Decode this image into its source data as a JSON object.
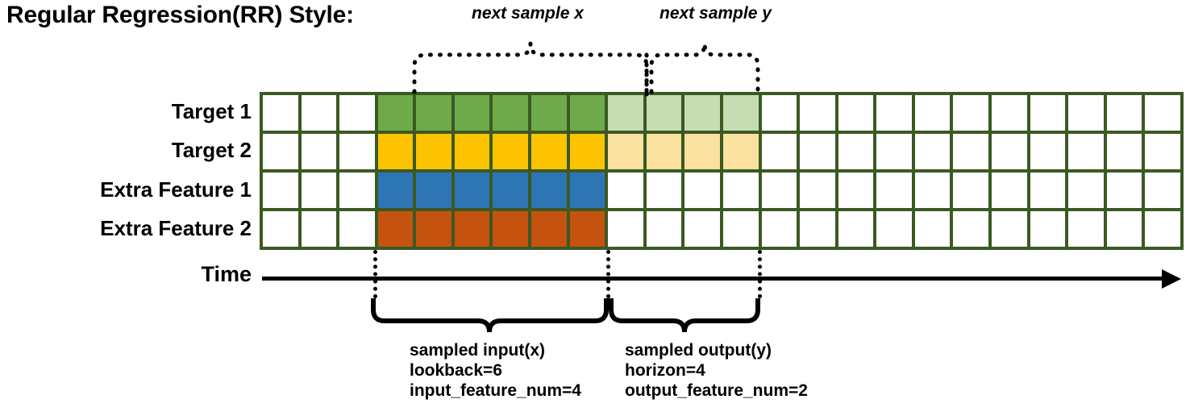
{
  "title": "Regular Regression(RR) Style:",
  "row_labels": [
    "Target 1",
    "Target 2",
    "Extra Feature 1",
    "Extra Feature 2"
  ],
  "time_axis_label": "Time",
  "grid": {
    "total_columns": 24,
    "total_rows": 4,
    "pad_columns": 3,
    "input_columns": 6,
    "output_columns": 4,
    "trailing_columns": 11,
    "border_color": "#3a5a22",
    "empty_color": "#ffffff",
    "rows": [
      {
        "name": "Target 1",
        "input_color": "#70a94a",
        "output_color": "#c6ddb4",
        "has_output": true
      },
      {
        "name": "Target 2",
        "input_color": "#fdc300",
        "output_color": "#fbe1a0",
        "has_output": true
      },
      {
        "name": "Extra Feature 1",
        "input_color": "#2e75b6",
        "output_color": "#ffffff",
        "has_output": false
      },
      {
        "name": "Extra Feature 2",
        "input_color": "#c5520f",
        "output_color": "#ffffff",
        "has_output": false
      }
    ]
  },
  "top_annotations": [
    {
      "label": "next sample x"
    },
    {
      "label": "next sample y"
    }
  ],
  "bottom_annotations": [
    {
      "line1": "sampled input(x)",
      "line2": "lookback=6",
      "line3": "input_feature_num=4"
    },
    {
      "line1": "sampled output(y)",
      "line2": "horizon=4",
      "line3": "output_feature_num=2"
    }
  ]
}
